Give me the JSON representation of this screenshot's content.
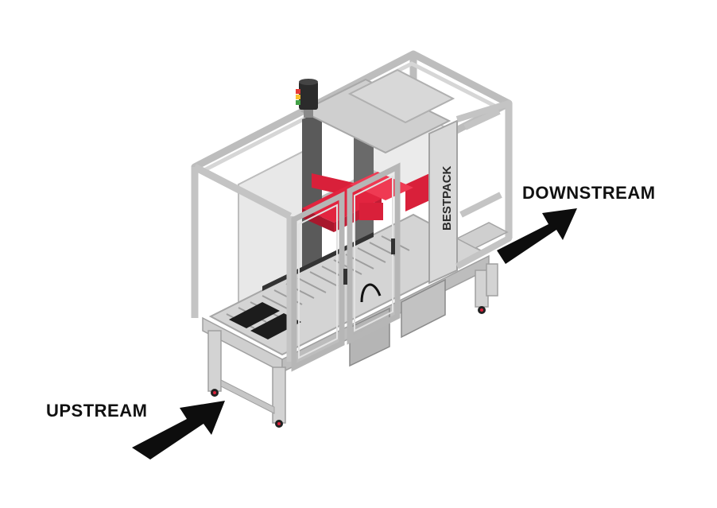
{
  "labels": {
    "downstream": "DOWNSTREAM",
    "upstream": "UPSTREAM",
    "brand": "BESTPACK"
  },
  "colors": {
    "frame": "#c9c9c9",
    "frame_dark": "#9a9a9a",
    "accent": "#d9203a",
    "arrow": "#0d0d0d",
    "panel": "#e6e6e6"
  },
  "icons": [
    "arrow-icon",
    "signal-tower-icon"
  ]
}
